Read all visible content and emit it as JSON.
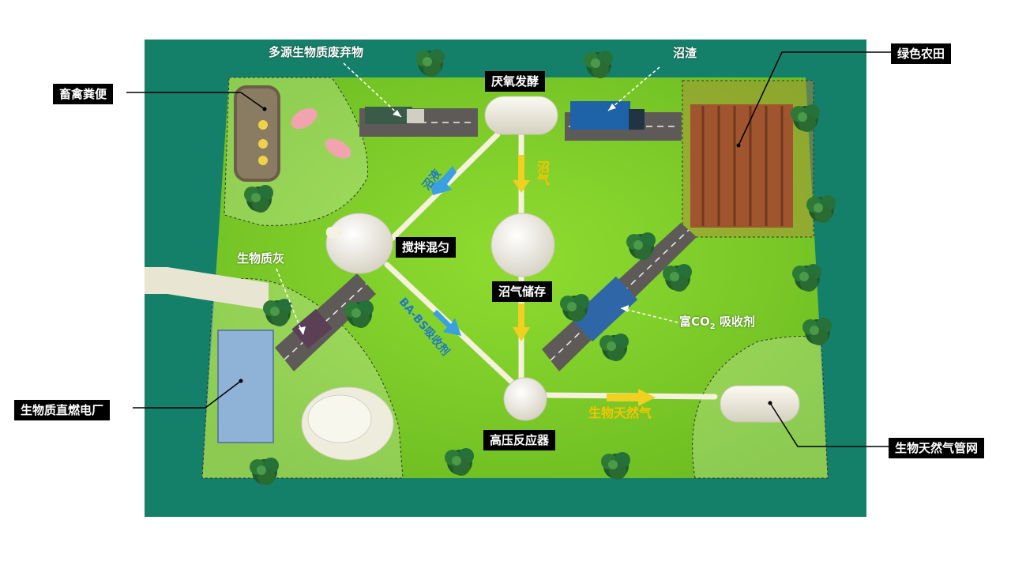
{
  "labels": {
    "livestock_manure": "畜禽粪便",
    "multi_source_biomass": "多源生物质废弃物",
    "anaerobic_fermentation": "厌氧发酵",
    "digestate": "沼渣",
    "green_farmland": "绿色农田",
    "biogas_slurry": "沼液",
    "biogas": "沼气",
    "stirring_mixing": "搅拌混匀",
    "biomass_ash": "生物质灰",
    "biogas_storage": "沼气储存",
    "ba_bs_absorbent": "BA-BS吸收剂",
    "co2_rich_absorbent": "富CO",
    "co2_subscript": "2",
    "co2_rich_absorbent_tail": " 吸收剂",
    "biomass_power_plant": "生物质直燃电厂",
    "high_pressure_reactor": "高压反应器",
    "bio_natural_gas": "生物天然气",
    "bio_natural_gas_pipeline": "生物天然气管网"
  },
  "colors": {
    "board_background": "#15806a",
    "grass": "#7fd12a",
    "slurry_arrow": "#3aa0e0",
    "gas_arrow": "#f0d020"
  }
}
